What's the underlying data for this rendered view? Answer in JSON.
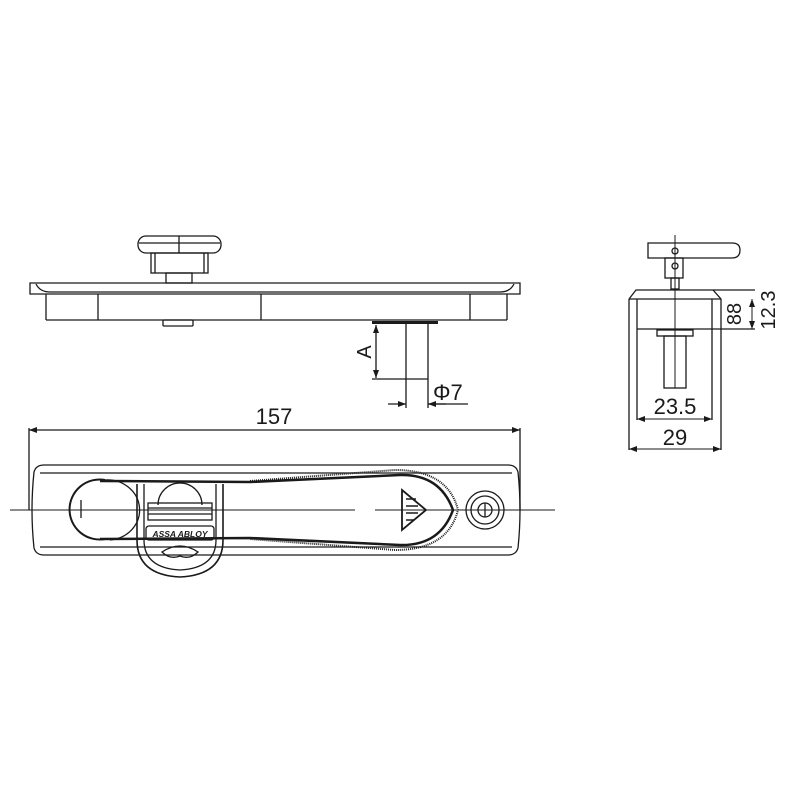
{
  "drawing": {
    "title": "Window handle technical drawing",
    "colors": {
      "line": "#1a1a1a",
      "background": "#ffffff",
      "belt_fill": "#3a3a3a"
    },
    "side_view": {
      "label_height": "A",
      "label_spindle_diameter": "Φ7"
    },
    "top_view": {
      "label_length": "157",
      "brand_text": "ASSA ABLOY"
    },
    "end_view": {
      "label_inner_height": "88",
      "label_total_height": "12.3",
      "label_inner_width": "23.5",
      "label_total_width": "29"
    }
  }
}
